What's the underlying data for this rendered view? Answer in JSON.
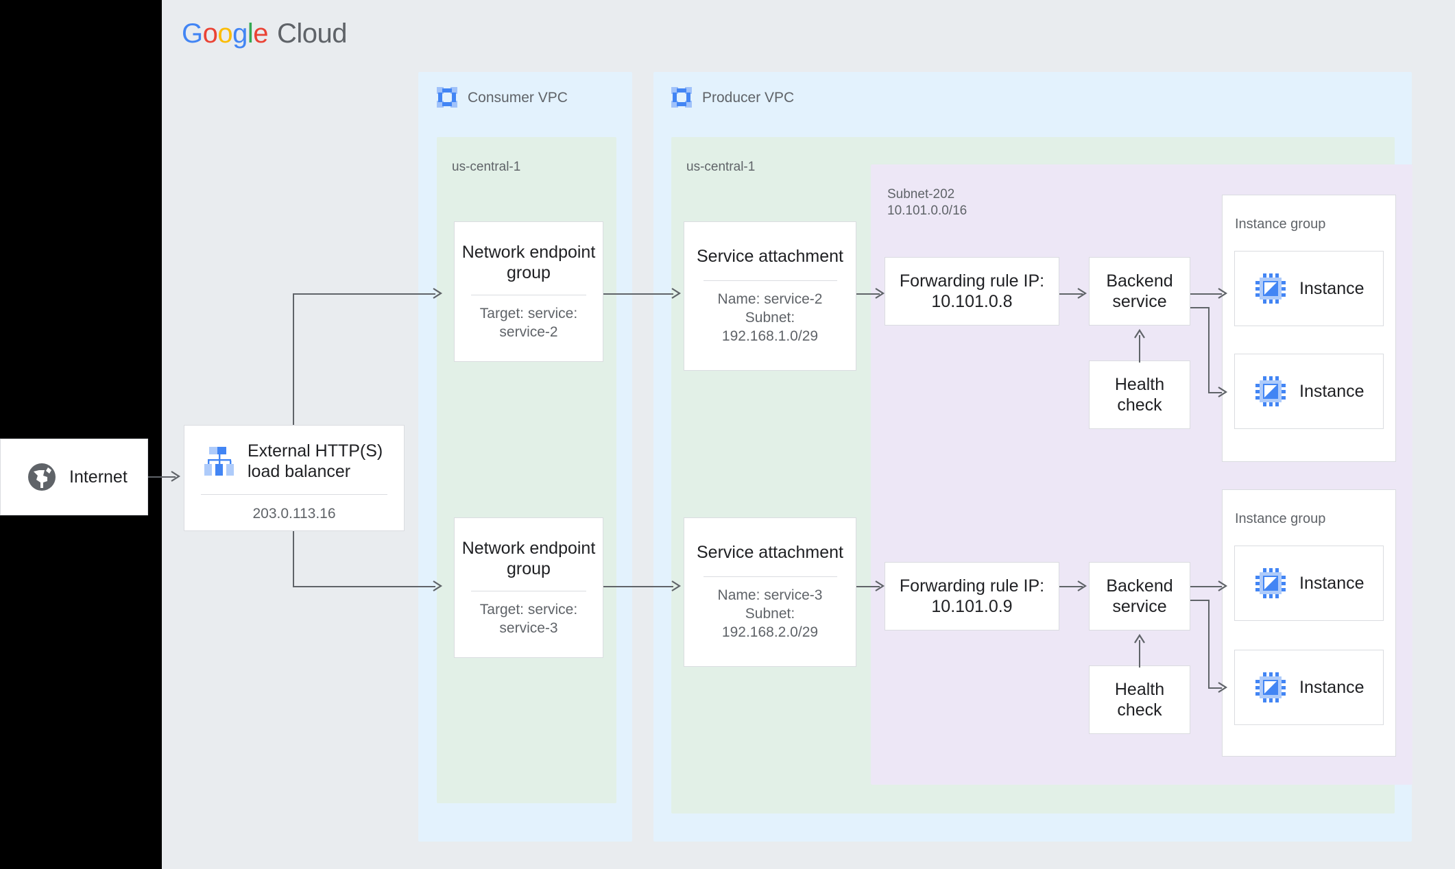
{
  "brand": {
    "logo_google": [
      "G",
      "o",
      "o",
      "g",
      "l",
      "e"
    ],
    "logo_cloud": "Cloud",
    "colors": {
      "blue": "#4285F4",
      "red": "#EA4335",
      "yellow": "#FBBC05",
      "green": "#34A853",
      "gray_text": "#5F6368",
      "canvas_bg": "#e9ecef",
      "vpc_bg": "#e3f2fd",
      "region_bg": "#e2f0e7",
      "subnet_bg": "#ede7f6",
      "node_border": "#dadce0",
      "connector": "#5f6368"
    }
  },
  "internet": {
    "label": "Internet",
    "icon": "globe-icon"
  },
  "load_balancer": {
    "title": "External HTTP(S)\nload balancer",
    "ip": "203.0.113.16",
    "icon": "load-balancer-icon"
  },
  "consumer_vpc": {
    "title": "Consumer VPC",
    "icon": "vpc-icon",
    "region": "us-central-1",
    "negs": [
      {
        "title": "Network\nendpoint group",
        "sub": "Target: service:\nservice-2"
      },
      {
        "title": "Network\nendpoint group",
        "sub": "Target: service:\nservice-3"
      }
    ]
  },
  "producer_vpc": {
    "title": "Producer VPC",
    "icon": "vpc-icon",
    "region": "us-central-1",
    "service_attachments": [
      {
        "title": "Service attachment",
        "sub": "Name: service-2\nSubnet:\n192.168.1.0/29"
      },
      {
        "title": "Service attachment",
        "sub": "Name: service-3\nSubnet:\n192.168.2.0/29"
      }
    ],
    "subnet": {
      "label": "Subnet-202\n10.101.0.0/16"
    },
    "stacks": [
      {
        "forwarding_rule": "Forwarding rule\nIP: 10.101.0.8",
        "backend_service": "Backend\nservice",
        "health_check": "Health\ncheck",
        "instance_group": {
          "label": "Instance group",
          "instances": [
            {
              "label": "Instance",
              "icon": "vm-instance-icon"
            },
            {
              "label": "Instance",
              "icon": "vm-instance-icon"
            }
          ]
        }
      },
      {
        "forwarding_rule": "Forwarding rule\nIP: 10.101.0.9",
        "backend_service": "Backend\nservice",
        "health_check": "Health\ncheck",
        "instance_group": {
          "label": "Instance group",
          "instances": [
            {
              "label": "Instance",
              "icon": "vm-instance-icon"
            },
            {
              "label": "Instance",
              "icon": "vm-instance-icon"
            }
          ]
        }
      }
    ]
  }
}
